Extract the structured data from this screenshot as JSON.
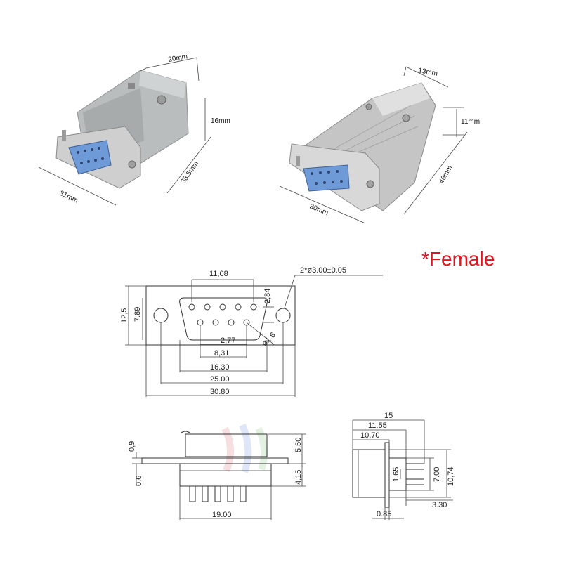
{
  "label": {
    "gender": "*Female"
  },
  "photo_plastic": {
    "width": "20mm",
    "height": "16mm",
    "length_side": "38.5mm",
    "front_width": "31mm",
    "body_color": "#b8bcbc",
    "insert_color": "#6f9ad8"
  },
  "photo_metal": {
    "width": "13mm",
    "height": "11mm",
    "length_side": "46mm",
    "front_width": "30mm",
    "body_color": "#c9c9c9",
    "insert_color": "#6f9ad8"
  },
  "front_view": {
    "pin_spacing_top": "11,08",
    "hole_note": "2*ø3.00±0.05",
    "height_outer": "12,5",
    "height_inner": "7.89",
    "row_offset": "2,84",
    "pin_diam": "ø1.6",
    "d1": "2,77",
    "d2": "8,31",
    "d3": "16.30",
    "d4": "25.00",
    "d5": "30.80"
  },
  "side_view": {
    "h1": "0,9",
    "h2": "0,6",
    "h3": "5,50",
    "h4": "4,15",
    "width": "19.00"
  },
  "right_view": {
    "w1": "15",
    "w2": "11.55",
    "w3": "10,70",
    "h1": "1.65",
    "h2": "7.00",
    "h3": "10,74",
    "w4": "3.30",
    "w5": "0.85"
  }
}
